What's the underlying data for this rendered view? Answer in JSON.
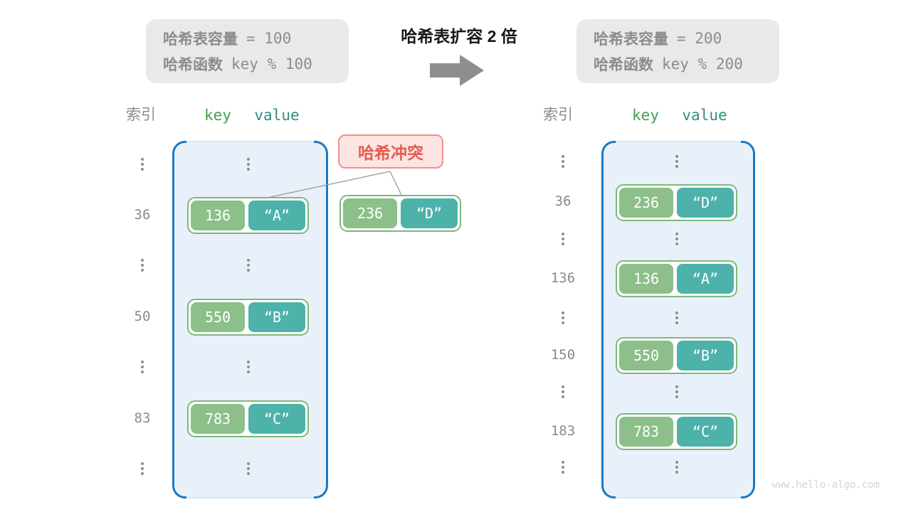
{
  "header": {
    "title": "哈希表扩容 2 倍",
    "capacity_box_left": {
      "line1_label": "哈希表容量",
      "line1_value": "=  100",
      "line2_label": "哈希函数",
      "line2_value": "key % 100"
    },
    "capacity_box_right": {
      "line1_label": "哈希表容量",
      "line1_value": "=  200",
      "line2_label": "哈希函数",
      "line2_value": "key % 200"
    }
  },
  "left_table": {
    "index_header": "索引",
    "key_header": "key",
    "value_header": "value",
    "indices": [
      "36",
      "50",
      "83"
    ],
    "entries": [
      {
        "key": "136",
        "value": "“A”"
      },
      {
        "key": "550",
        "value": "“B”"
      },
      {
        "key": "783",
        "value": "“C”"
      }
    ]
  },
  "collision": {
    "label": "哈希冲突",
    "entry": {
      "key": "236",
      "value": "“D”"
    }
  },
  "right_table": {
    "index_header": "索引",
    "key_header": "key",
    "value_header": "value",
    "indices": [
      "36",
      "136",
      "150",
      "183"
    ],
    "entries": [
      {
        "key": "236",
        "value": "“D”"
      },
      {
        "key": "136",
        "value": "“A”"
      },
      {
        "key": "550",
        "value": "“B”"
      },
      {
        "key": "783",
        "value": "“C”"
      }
    ]
  },
  "watermark": "www.hello-algo.com",
  "colors": {
    "key_cell": "#8cbf8a",
    "value_cell": "#4db2a9",
    "entry_border": "#7db87b",
    "container_fill": "#e8f1fa",
    "container_bracket": "#1b79c4",
    "collision_text": "#e85a50",
    "collision_bg": "#fbe4e2",
    "infobox_bg": "#e9e9e9",
    "gray_text": "#8c8c8c",
    "arrow": "#8e8e8e"
  }
}
